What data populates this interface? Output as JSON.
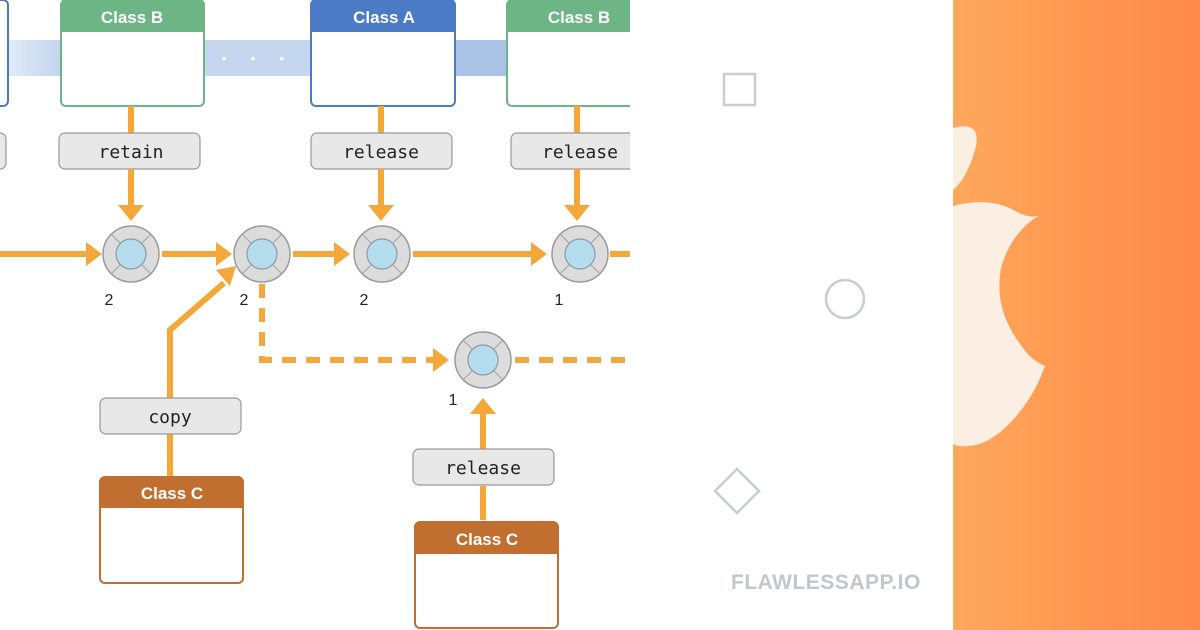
{
  "classes": {
    "class_b_1": "Class B",
    "class_a": "Class A",
    "class_b_2": "Class B",
    "class_c_1": "Class C",
    "class_c_2": "Class C"
  },
  "operations": {
    "retain": "retain",
    "release_1": "release",
    "release_2": "release",
    "copy": "copy",
    "release_3": "release"
  },
  "counts": {
    "n1": "2",
    "n2": "2",
    "n3": "2",
    "n4": "1",
    "n5": "1"
  },
  "continuation_dots": "• • •",
  "decor_icons": [
    "square-outline-icon",
    "circle-outline-icon",
    "diamond-outline-icon",
    "apple-logo-icon"
  ],
  "colors": {
    "class_a_header": "#4a7bc4",
    "class_b_header": "#6db585",
    "class_c_header": "#c16f30",
    "arrow": "#f5a83a",
    "track": "#a9c2e6",
    "brand_orange": "#fe9650"
  },
  "watermark": "FLAWLESSAPP.IO"
}
